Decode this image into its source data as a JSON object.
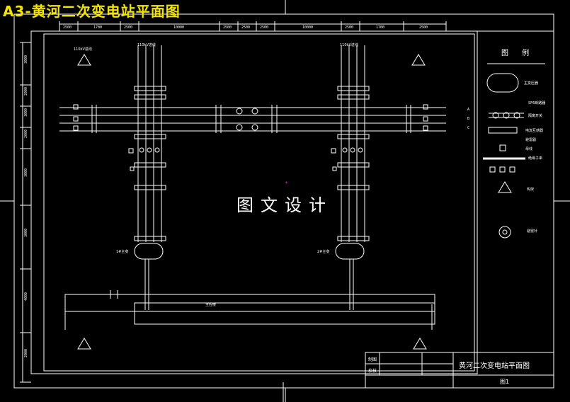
{
  "sheet_title": "A3-黄河二次变电站平面图",
  "watermark": "图文设计",
  "legend": {
    "title": "图 例",
    "items": [
      "主变压器",
      "SF6断路器",
      "隔离开关",
      "电流互感器",
      "避雷器",
      "母线",
      "绝缘子串",
      "构架",
      "避雷针"
    ]
  },
  "labels": {
    "incoming_left": "110kV进线",
    "incoming_mid_left": "110kV进线",
    "incoming_right": "110kV进线",
    "transformer_left": "1#主变",
    "transformer_right": "2#主变",
    "control_room": "主控楼",
    "bus_annotations": [
      "A",
      "B",
      "C"
    ]
  },
  "dimensions_top": [
    "2500",
    "1700",
    "2500",
    "10000",
    "2500",
    "2500",
    "2500",
    "10000",
    "2500",
    "1700",
    "2500"
  ],
  "dimensions_left": [
    "3000",
    "2000",
    "3000",
    "2000",
    "3000",
    "3000",
    "4000",
    "2000"
  ],
  "title_block": {
    "drawing_name": "黄河二次变电站平面图",
    "designed_label": "制图",
    "checked_label": "校核",
    "sheet_no": "图1"
  }
}
